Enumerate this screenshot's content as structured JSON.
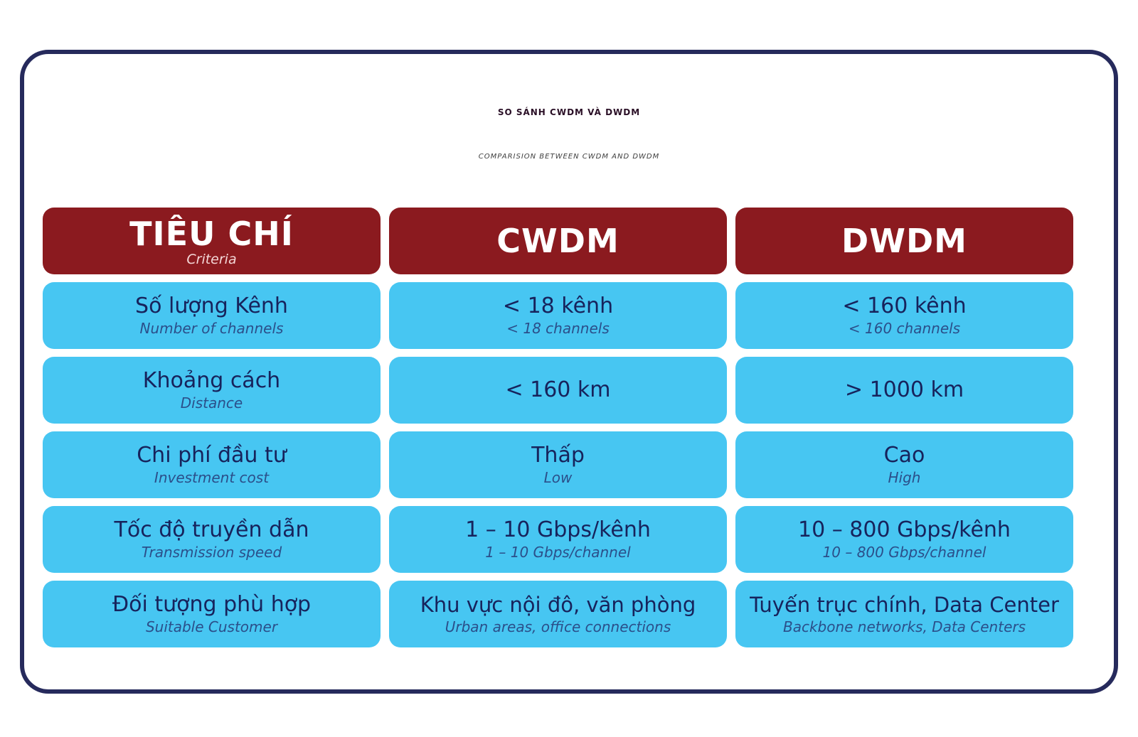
{
  "title": "SO SÁNH CWDM VÀ DWDM",
  "subtitle": "COMPARISION BETWEEN CWDM AND DWDM",
  "headers": [
    {
      "label": "TIÊU CHÍ",
      "sub": "Criteria"
    },
    {
      "label": "CWDM",
      "sub": ""
    },
    {
      "label": "DWDM",
      "sub": ""
    }
  ],
  "rows": [
    {
      "criteria": {
        "label": "Số lượng Kênh",
        "sub": "Number of channels"
      },
      "cwdm": {
        "label": "< 18 kênh",
        "sub": "< 18 channels"
      },
      "dwdm": {
        "label": "< 160 kênh",
        "sub": "< 160 channels"
      }
    },
    {
      "criteria": {
        "label": "Khoảng cách",
        "sub": "Distance"
      },
      "cwdm": {
        "label": "< 160 km",
        "sub": ""
      },
      "dwdm": {
        "label": "> 1000 km",
        "sub": ""
      }
    },
    {
      "criteria": {
        "label": "Chi phí đầu tư",
        "sub": "Investment cost"
      },
      "cwdm": {
        "label": "Thấp",
        "sub": "Low"
      },
      "dwdm": {
        "label": "Cao",
        "sub": "High"
      }
    },
    {
      "criteria": {
        "label": "Tốc độ truyền dẫn",
        "sub": "Transmission speed"
      },
      "cwdm": {
        "label": "1 – 10 Gbps/kênh",
        "sub": "1 – 10 Gbps/channel"
      },
      "dwdm": {
        "label": "10 – 800 Gbps/kênh",
        "sub": "10 – 800 Gbps/channel"
      }
    },
    {
      "criteria": {
        "label": "Đối tượng phù hợp",
        "sub": "Suitable Customer"
      },
      "cwdm": {
        "label": "Khu vực nội đô, văn phòng",
        "sub": "Urban areas, office connections"
      },
      "dwdm": {
        "label": "Tuyến trục chính, Data Center",
        "sub": "Backbone networks, Data Centers"
      }
    }
  ],
  "colors": {
    "frame_border": "#262a5c",
    "header_bg": "#8b1a1f",
    "cell_bg": "#47c6f2",
    "title": "#2a0f26",
    "cell_text": "#17235c"
  }
}
